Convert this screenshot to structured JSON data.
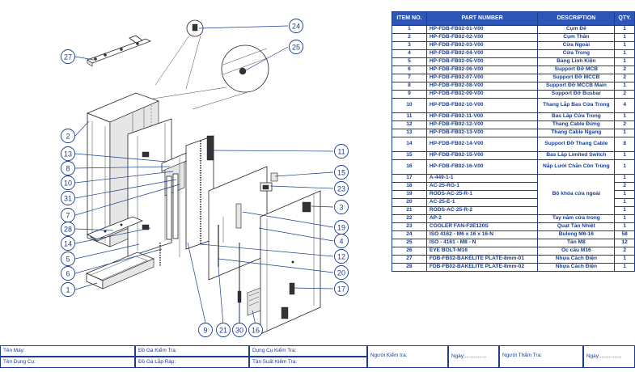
{
  "bom": {
    "headers": {
      "item_no": "ITEM NO.",
      "part_number": "PART NUMBER",
      "description": "DESCRIPTION",
      "qty": "QTY."
    },
    "rows": [
      {
        "no": "1",
        "pn": "HP-FDB-FB02-01-V00",
        "desc": "Cụm Đế",
        "qty": "1"
      },
      {
        "no": "2",
        "pn": "HP-FDB-FB02-02-V00",
        "desc": "Cụm Thân",
        "qty": "1"
      },
      {
        "no": "3",
        "pn": "HP-FDB-FB02-03-V00",
        "desc": "Cửa Ngoài",
        "qty": "1"
      },
      {
        "no": "4",
        "pn": "HP-FDB-FB02-04-V00",
        "desc": "Cửa Trong",
        "qty": "1"
      },
      {
        "no": "5",
        "pn": "HP-FDB-FB02-05-V00",
        "desc": "Bảng Linh Kiện",
        "qty": "1"
      },
      {
        "no": "6",
        "pn": "HP-FDB-FB02-06-V00",
        "desc": "Support Đỡ MCB",
        "qty": "2"
      },
      {
        "no": "7",
        "pn": "HP-FDB-FB02-07-V00",
        "desc": "Support Đỡ MCCB",
        "qty": "2"
      },
      {
        "no": "8",
        "pn": "HP-FDB-FB02-08-V00",
        "desc": "Support Đỡ MCCB Main",
        "qty": "1"
      },
      {
        "no": "9",
        "pn": "HP-FDB-FB02-09-V00",
        "desc": "Support Đỡ  Busbar",
        "qty": "2"
      },
      {
        "no": "10",
        "pn": "HP-FDB-FB02-10-V00",
        "desc": "Thang Lắp Bas Cửa Trong",
        "qty": "4"
      },
      {
        "no": "11",
        "pn": "HP-FDB-FB02-11-V00",
        "desc": "Bas Lắp Cửa Trong",
        "qty": "1"
      },
      {
        "no": "12",
        "pn": "HP-FDB-FB02-12-V00",
        "desc": "Thang Cable Đứng",
        "qty": "2"
      },
      {
        "no": "13",
        "pn": "HP-FDB-FB02-13-V00",
        "desc": "Thang Cable Ngang",
        "qty": "1"
      },
      {
        "no": "14",
        "pn": "HP-FDB-FB02-14-V00",
        "desc": "Support Đỡ  Thang Cable",
        "qty": "8"
      },
      {
        "no": "15",
        "pn": "HP-FDB-FB02-15-V00",
        "desc": "Bas Lắp Limited Switch",
        "qty": "1"
      },
      {
        "no": "16",
        "pn": "HP-FDB-FB02-16-V00",
        "desc": "Nắp Lưới Chắn Côn Trùng",
        "qty": "1"
      },
      {
        "no": "17",
        "pn": "A-449-1-1",
        "desc": "",
        "qty": "1"
      },
      {
        "no": "18",
        "pn": "AC-25-RG-1",
        "desc": "",
        "qty": "2"
      },
      {
        "no": "19",
        "pn": "RODS-AC-25-R-1",
        "desc": "",
        "qty": "1"
      },
      {
        "no": "20",
        "pn": "AC-25-E-1",
        "desc": "",
        "qty": "1"
      },
      {
        "no": "21",
        "pn": "RODS-AC-25-R-2",
        "desc": "",
        "qty": "1"
      },
      {
        "no": "22",
        "pn": "AP-2",
        "desc": "Tay nắm cửa trong",
        "qty": "1"
      },
      {
        "no": "23",
        "pn": "COOLER FAN-F2E120S",
        "desc": "Quạt Tản Nhiệt",
        "qty": "1"
      },
      {
        "no": "24",
        "pn": "ISO 4162 - M6 x 16 x 16-N",
        "desc": "Bulong M6-16",
        "qty": "58"
      },
      {
        "no": "25",
        "pn": "ISO - 4161 - M8 - N",
        "desc": "Tán M8",
        "qty": "12"
      },
      {
        "no": "26",
        "pn": "EYE BOLT-M16",
        "desc": "Ốc cẩu M16",
        "qty": "2"
      },
      {
        "no": "27",
        "pn": "FDB-FB02-BAKELITE PLATE-8mm-01",
        "desc": "Nhựa Cách Điện",
        "qty": "1"
      },
      {
        "no": "28",
        "pn": "FDB-FB02-BAKELITE PLATE-8mm-02",
        "desc": "Nhựa Cách Điện",
        "qty": "1"
      }
    ],
    "merged_desc_17_21": "Bộ khóa cửa ngoài"
  },
  "title_block": {
    "ten_may": "Tên Máy:",
    "ten_dung_cu": "Tên Dụng Cụ:",
    "do_ga_kiem_tra": "Đồ Gá Kiểm Tra:",
    "do_ga_lap_rap": "Đồ Gá Lắp Ráp:",
    "dung_cu_kiem_tra": "Dụng Cụ Kiểm Tra:",
    "tan_suat_kiem_tra": "Tần Suất Kiểm Tra:",
    "nguoi_kiem_tra": "Người Kiểm tra:",
    "ngay_1": "Ngày:...............",
    "nguoi_tham_tra": "Người Thẩm Tra:",
    "ngay_2": "Ngày:..............."
  },
  "callouts": [
    "24",
    "25",
    "27",
    "2",
    "13",
    "8",
    "10",
    "31",
    "7",
    "28",
    "14",
    "5",
    "6",
    "1",
    "11",
    "15",
    "23",
    "3",
    "19",
    "4",
    "12",
    "20",
    "17",
    "9",
    "21",
    "30",
    "16"
  ]
}
